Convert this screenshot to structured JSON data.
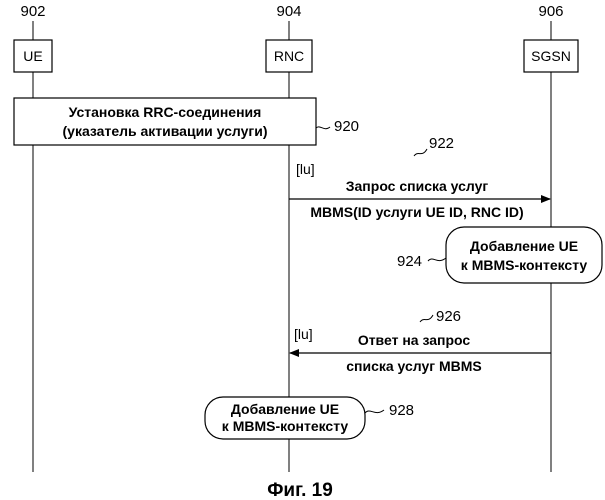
{
  "entities": [
    {
      "ref": "902",
      "label": "UE"
    },
    {
      "ref": "904",
      "label": "RNC"
    },
    {
      "ref": "906",
      "label": "SGSN"
    }
  ],
  "rrc_box": {
    "line1": "Установка RRC-соединения",
    "line2": "(указатель активации услуги)",
    "ref": "920"
  },
  "ref_922": "922",
  "request_msg": {
    "iface": "[lu]",
    "line1": "Запрос списка услуг",
    "line2": "MBMS(ID услуги UE ID, RNC ID)"
  },
  "sgsn_action": {
    "line1": "Добавление UE",
    "line2": "к MBMS-контексту",
    "ref": "924"
  },
  "response_msg": {
    "ref": "926",
    "iface": "[lu]",
    "line1": "Ответ на запрос",
    "line2": "списка услуг MBMS"
  },
  "rnc_action": {
    "line1": "Добавление UE",
    "line2": "к MBMS-контексту",
    "ref": "928"
  },
  "figure_caption": "Фиг. 19"
}
